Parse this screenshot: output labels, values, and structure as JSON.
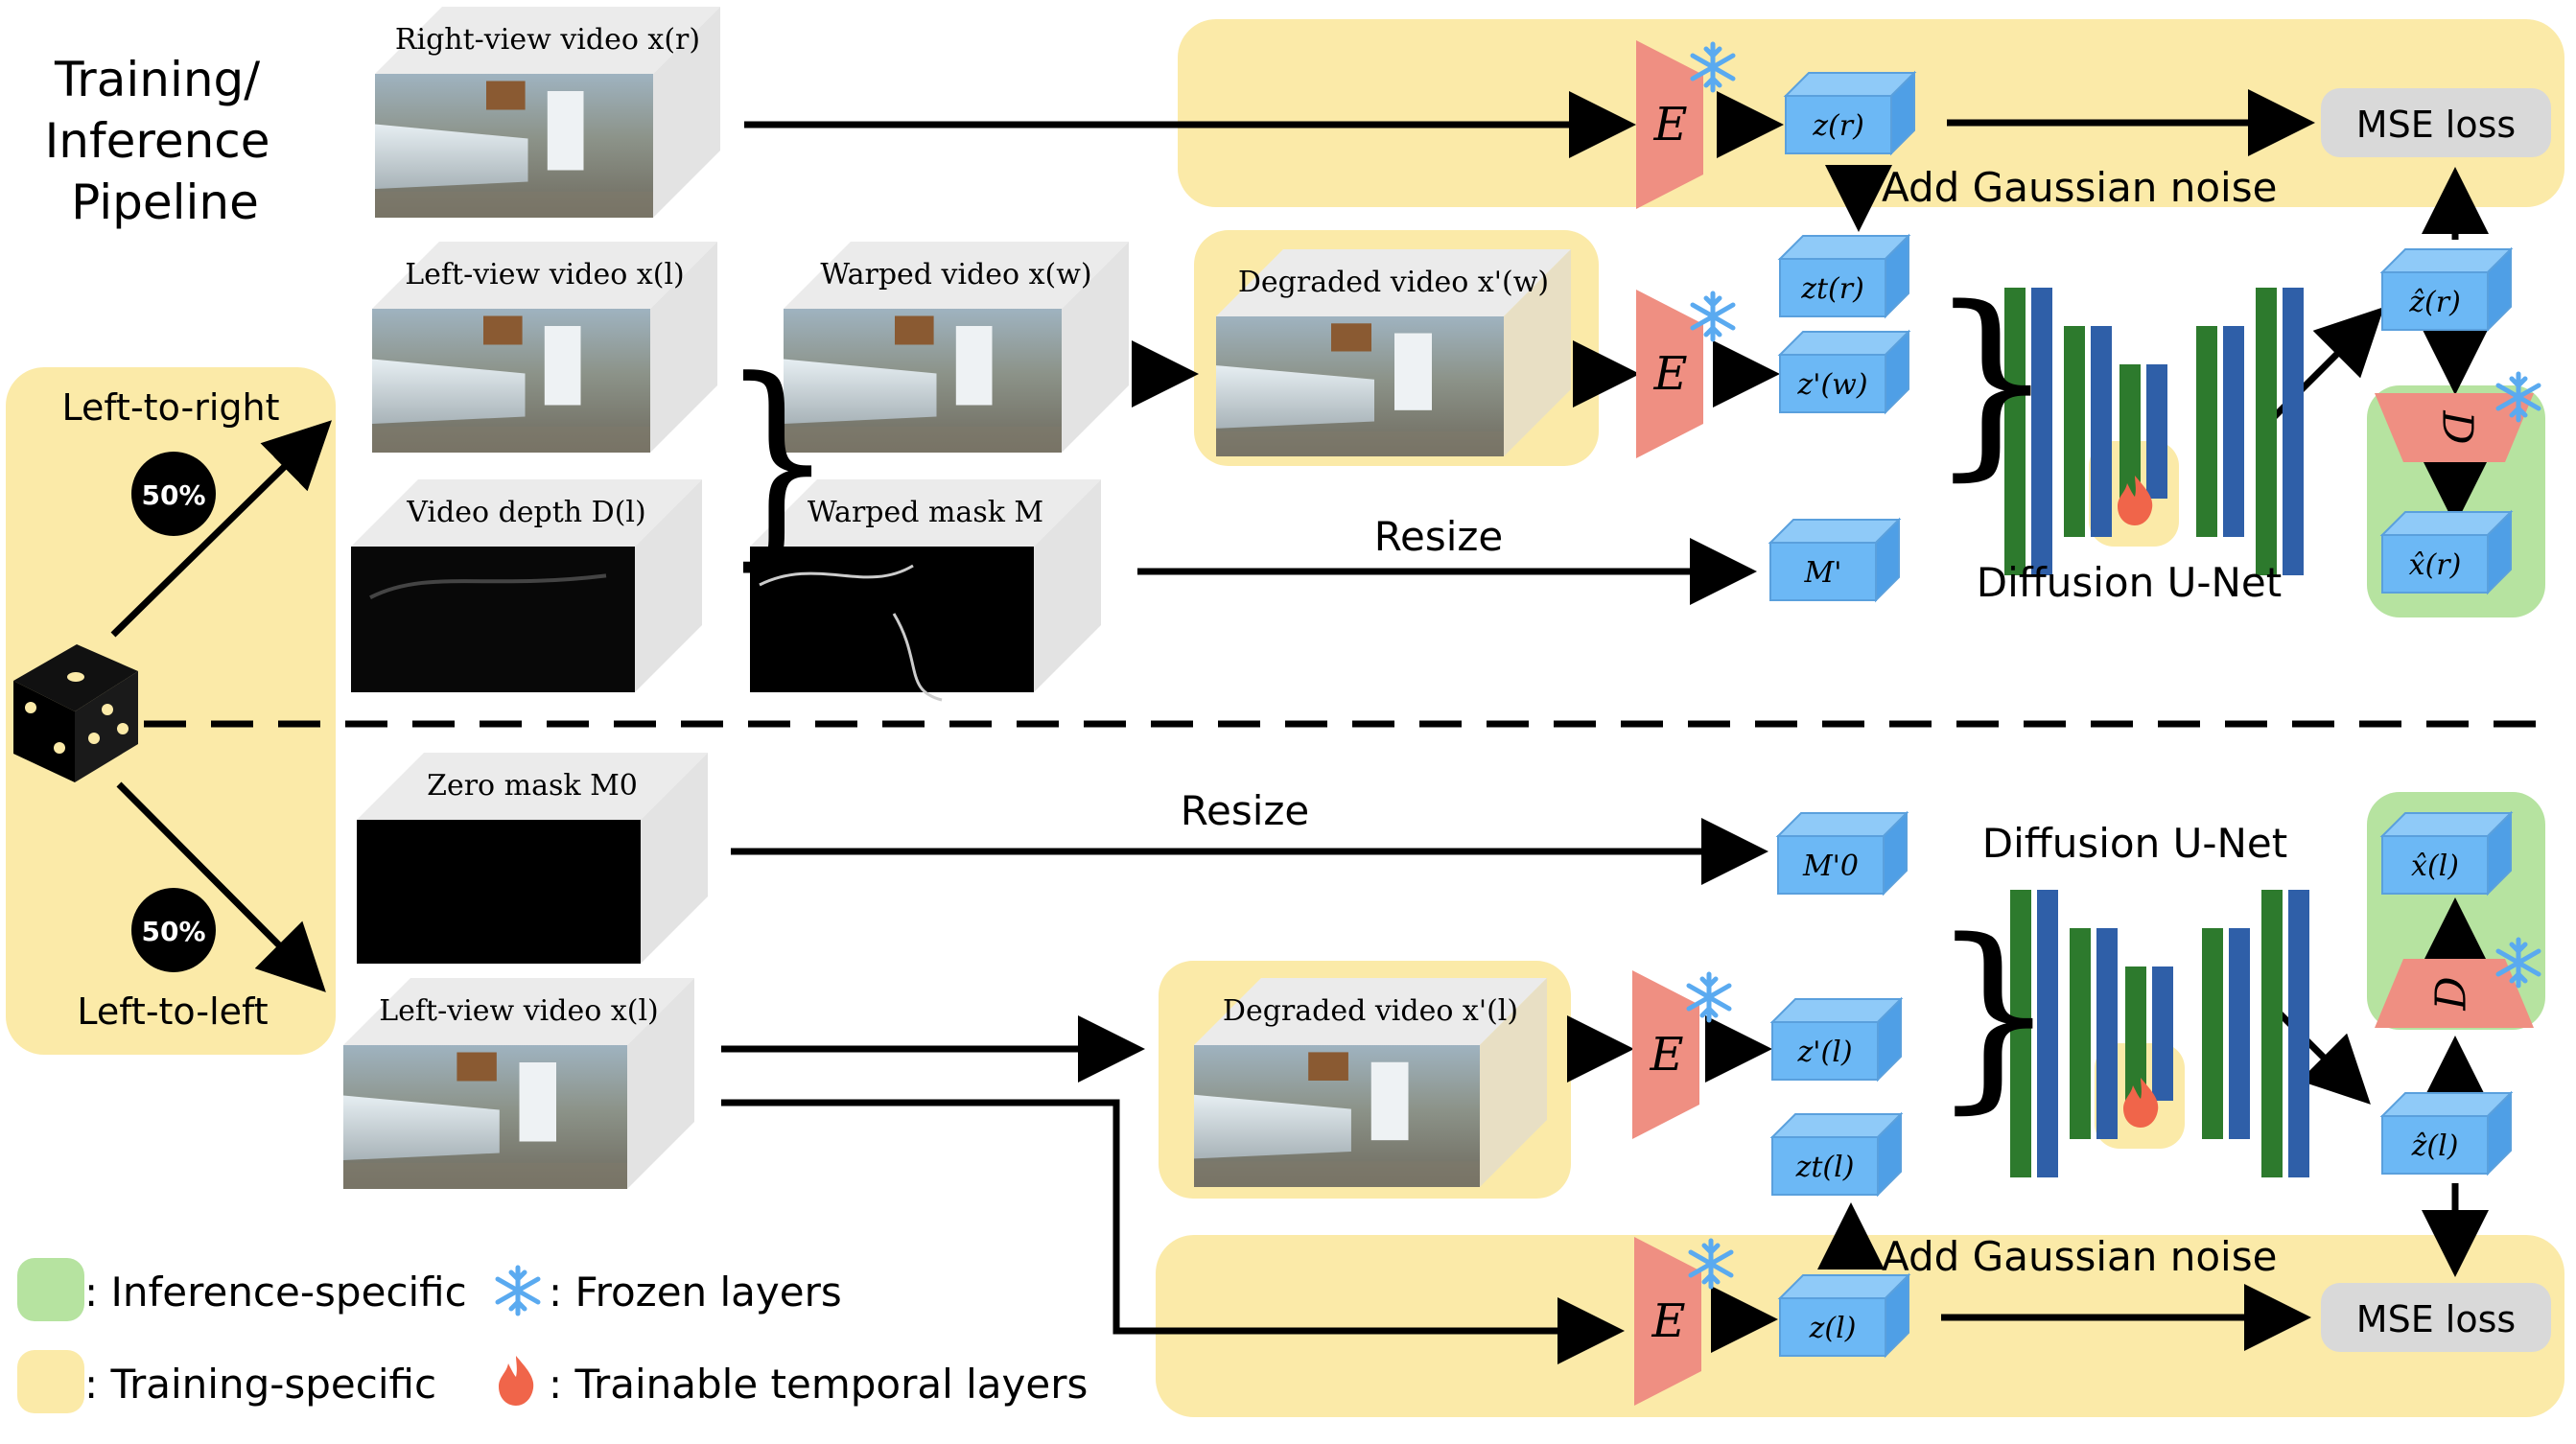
{
  "title_lines": [
    "Training/",
    "Inference",
    "Pipeline"
  ],
  "sampler": {
    "top_label": "Left-to-right",
    "top_prob": "50%",
    "bottom_label": "Left-to-left",
    "bottom_prob": "50%"
  },
  "inputs": {
    "right_view": "Right-view video x(r)",
    "left_view_top": "Left-view video x(l)",
    "warped_video": "Warped video x(w)",
    "degraded_video_top": "Degraded video x'(w)",
    "video_depth": "Video depth D(l)",
    "warped_mask": "Warped mask M",
    "zero_mask": "Zero mask M0",
    "left_view_bottom": "Left-view video x(l)",
    "degraded_video_bottom": "Degraded video x'(l)"
  },
  "ops": {
    "encoder": "E",
    "decoder": "D",
    "resize_top": "Resize",
    "resize_bottom": "Resize",
    "noise_top": "Add Gaussian noise",
    "noise_bottom": "Add Gaussian noise",
    "unet_top": "Diffusion U-Net",
    "unet_bottom": "Diffusion U-Net",
    "loss_top": "MSE loss",
    "loss_bottom": "MSE loss"
  },
  "latents": {
    "top_z_r": "z(r)",
    "top_zt_r": "zt(r)",
    "top_z_w": "z'(w)",
    "top_m": "M'",
    "top_zhat": "ẑ(r)",
    "top_xhat": "x̂(r)",
    "bot_m0": "M'0",
    "bot_z_l_deg": "z'(l)",
    "bot_zt_l": "zt(l)",
    "bot_z_l": "z(l)",
    "bot_zhat": "ẑ(l)",
    "bot_xhat": "x̂(l)"
  },
  "legend": {
    "inference": ": Inference-specific",
    "training": ": Training-specific",
    "frozen": ": Frozen layers",
    "trainable": ": Trainable temporal layers"
  },
  "colors": {
    "training": "#fbeaa8",
    "inference": "#b6e3a0",
    "latent": "#6cb8f5",
    "encoder": "#ef8f82",
    "unet_green": "#2d7a2d",
    "unet_blue": "#2f5fa8",
    "loss": "#d9d9d9",
    "fire": "#f0654a",
    "snow": "#5aaaf0"
  }
}
